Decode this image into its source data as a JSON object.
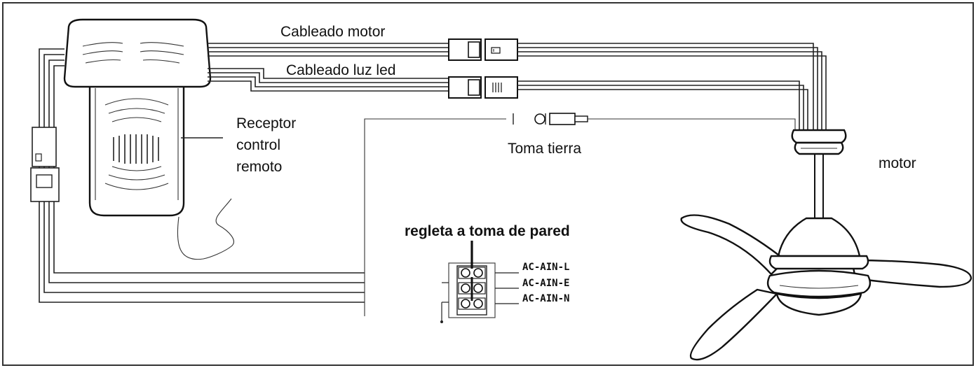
{
  "labels": {
    "cableado_motor": "Cableado motor",
    "cableado_luz": "Cableado luz led",
    "receptor_line1": "Receptor",
    "receptor_line2": "control",
    "receptor_line3": "remoto",
    "toma_tierra": "Toma tierra",
    "motor": "motor",
    "regleta": "regleta a toma de pared",
    "terminal_l": "AC-AIN-L",
    "terminal_e": "AC-AIN-E",
    "terminal_n": "AC-AIN-N"
  },
  "colors": {
    "line": "#222222",
    "background": "#ffffff"
  }
}
